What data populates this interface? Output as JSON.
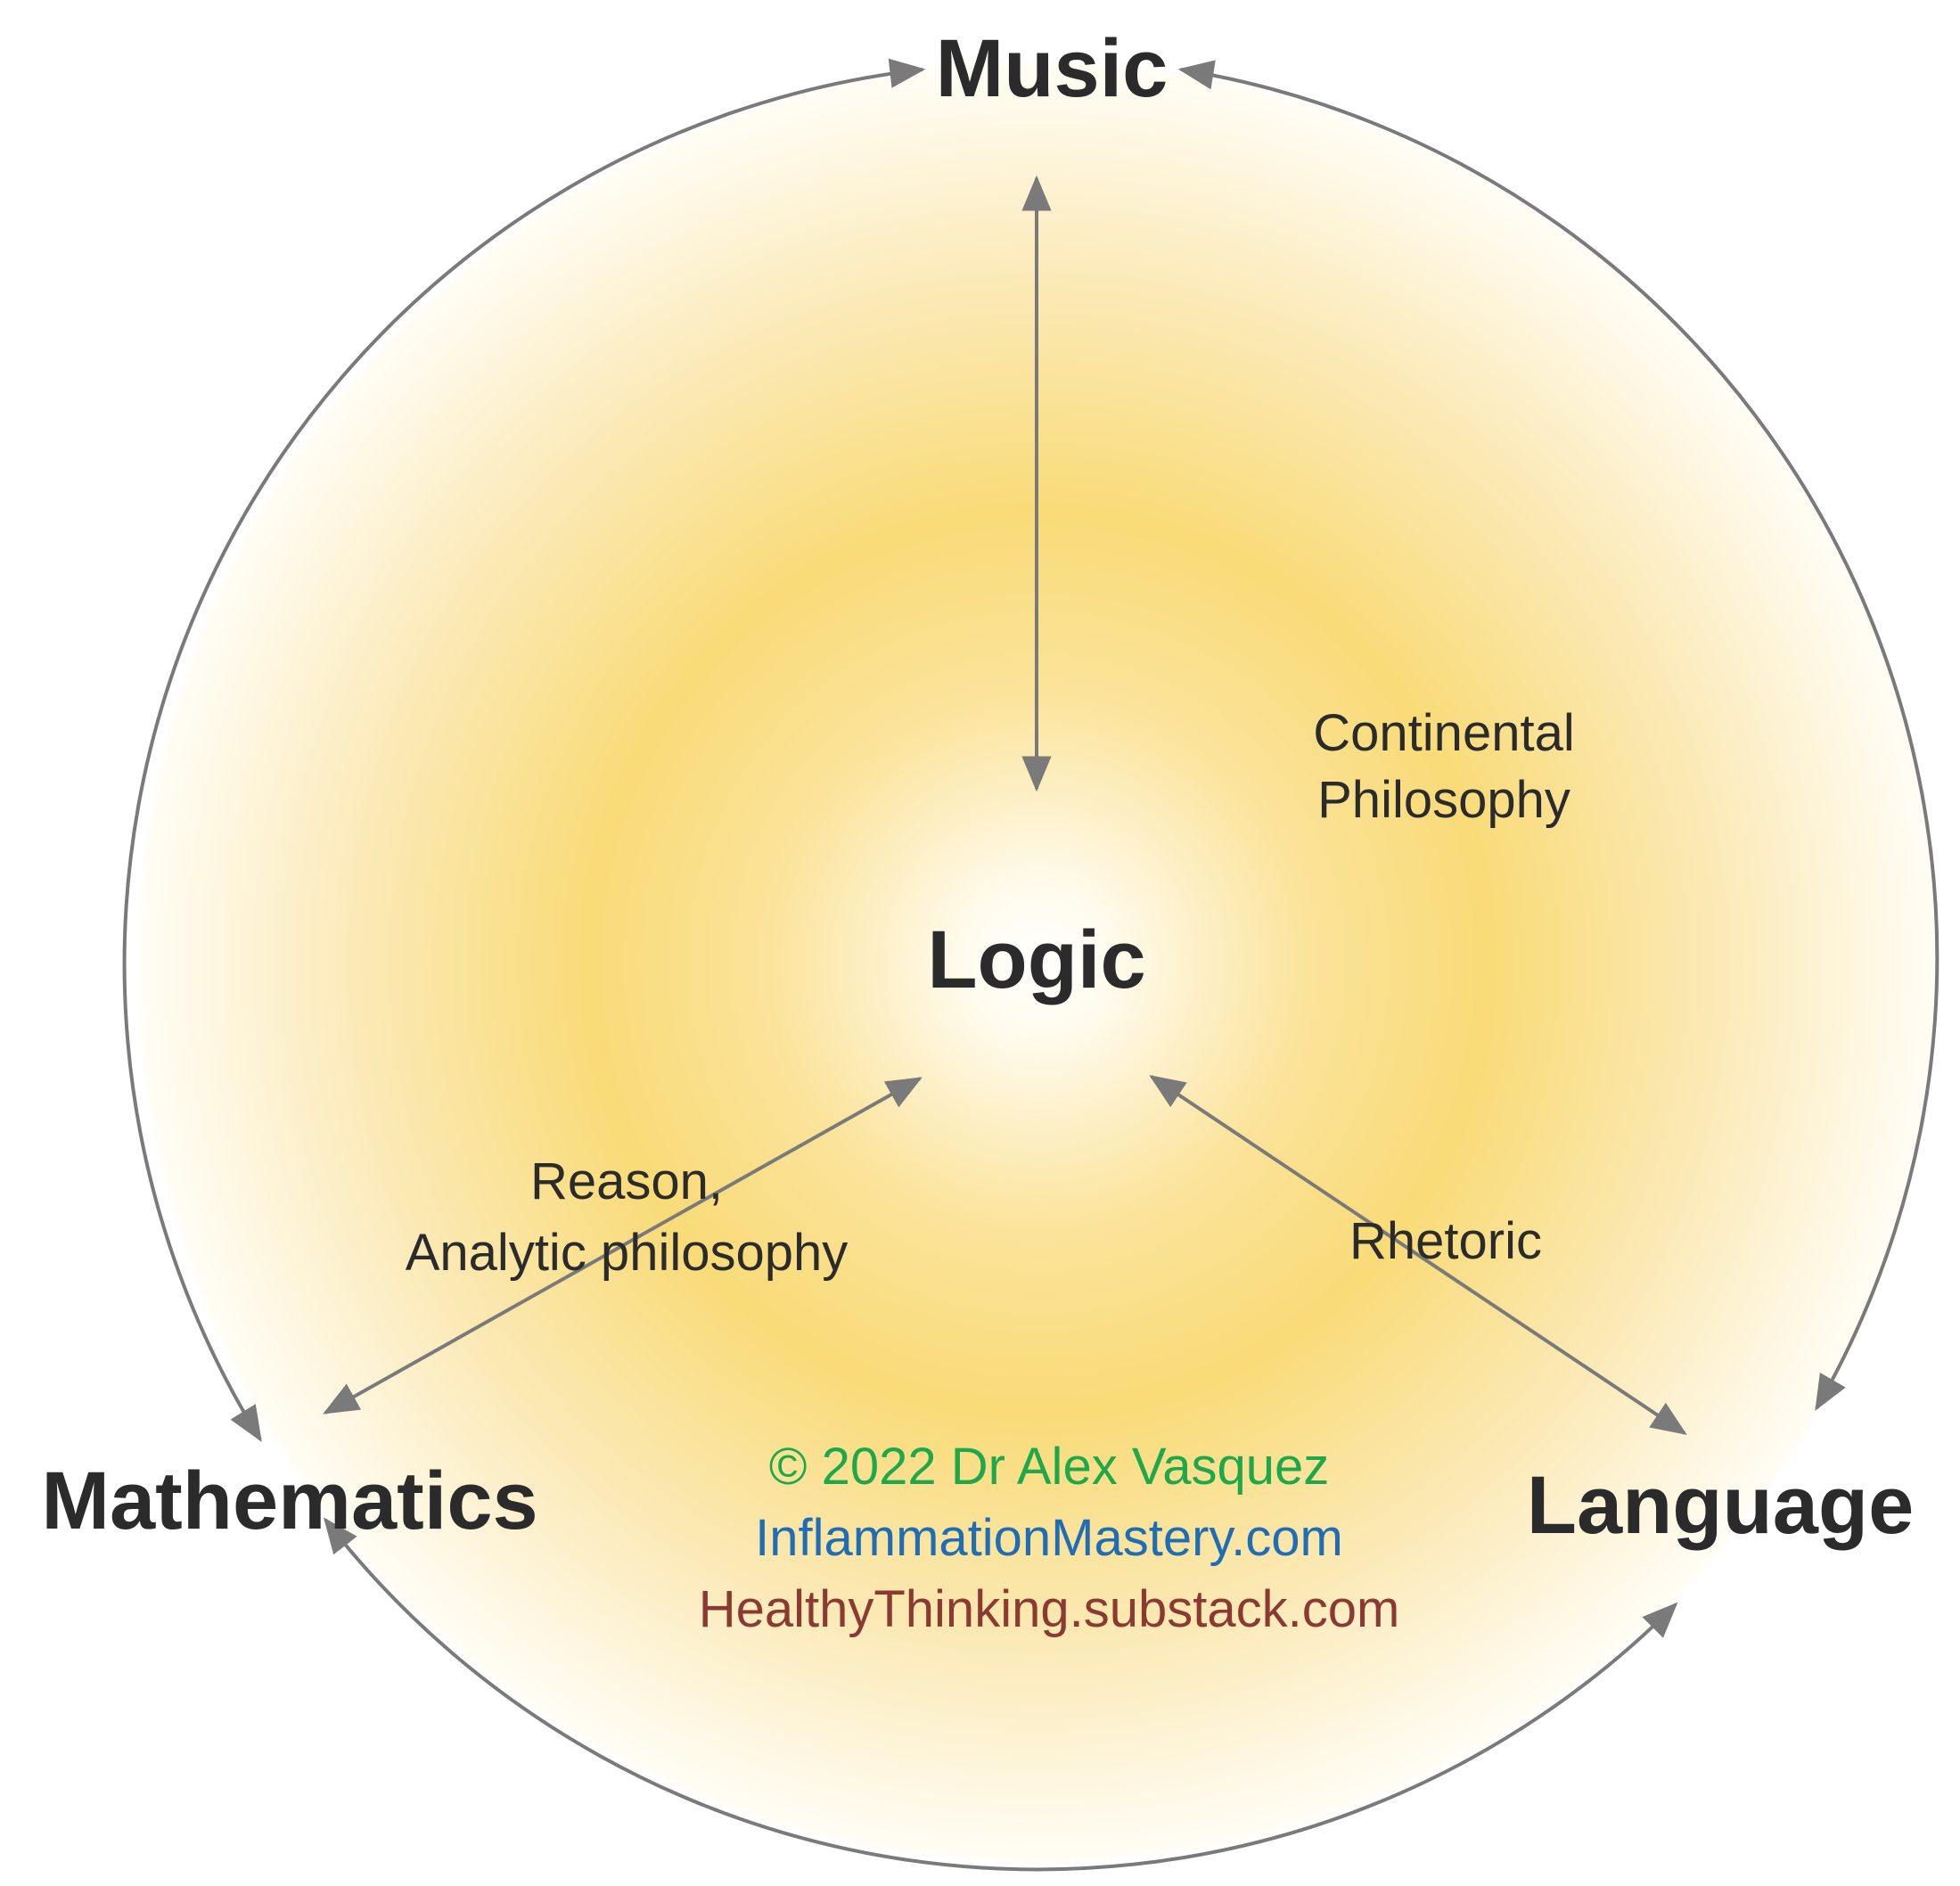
{
  "nodes": {
    "music": "Music",
    "logic": "Logic",
    "mathematics": "Mathematics",
    "language": "Language"
  },
  "edge_labels": {
    "continental_line1": "Continental",
    "continental_line2": "Philosophy",
    "reason_line1": "Reason,",
    "reason_line2": "Analytic philosophy",
    "rhetoric": "Rhetoric"
  },
  "credits": {
    "copyright": "© 2022 Dr Alex Vasquez",
    "site1": "InflammationMastery.com",
    "site2": "HealthyThinking.substack.com"
  },
  "colors": {
    "background_circle_center": "#ffffff",
    "background_circle_mid": "#f9db78",
    "background_circle_edge": "#fffdf6",
    "arrow": "#7a7a7a",
    "text": "#2b2b2b",
    "copyright": "#1ea84a",
    "site1": "#1f6db5",
    "site2": "#8b3a32"
  }
}
